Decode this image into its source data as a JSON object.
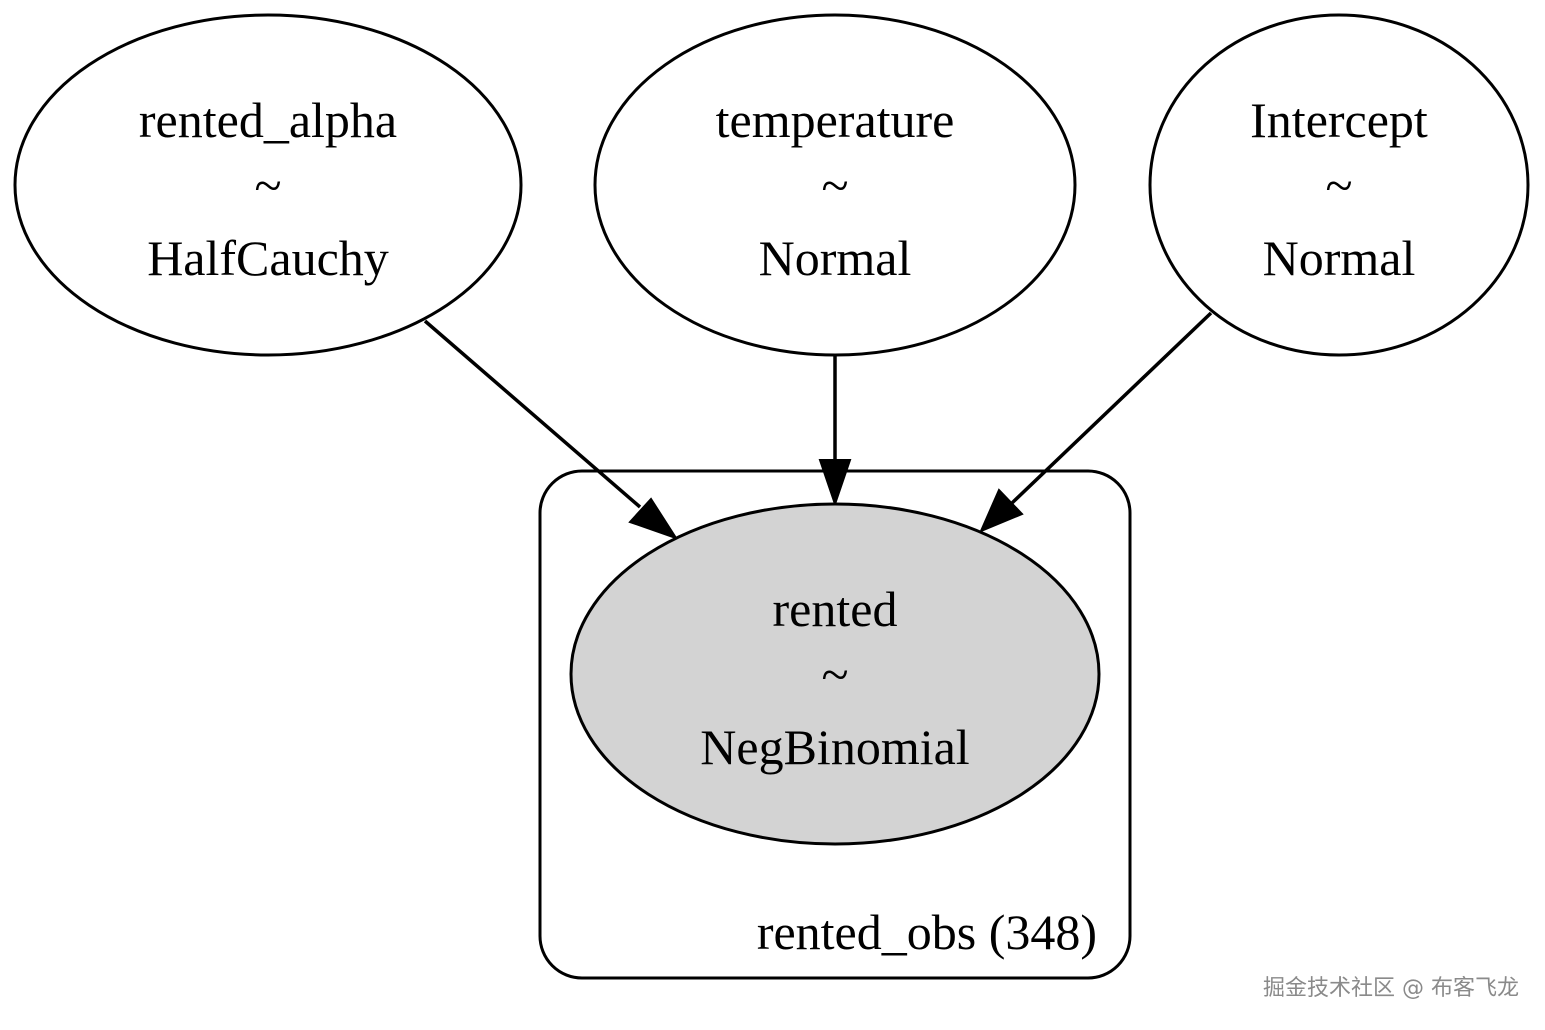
{
  "colors": {
    "stroke": "#000000",
    "background": "#ffffff",
    "observed_fill": "#d3d3d3",
    "watermark_text": "#8a8a8a"
  },
  "nodes": {
    "rented_alpha": {
      "name": "rented_alpha",
      "tilde": "~",
      "distribution": "HalfCauchy",
      "observed": false
    },
    "temperature": {
      "name": "temperature",
      "tilde": "~",
      "distribution": "Normal",
      "observed": false
    },
    "intercept": {
      "name": "Intercept",
      "tilde": "~",
      "distribution": "Normal",
      "observed": false
    },
    "rented": {
      "name": "rented",
      "tilde": "~",
      "distribution": "NegBinomial",
      "observed": true
    }
  },
  "plate": {
    "label": "rented_obs (348)"
  },
  "edges": [
    {
      "from": "rented_alpha",
      "to": "rented"
    },
    {
      "from": "temperature",
      "to": "rented"
    },
    {
      "from": "intercept",
      "to": "rented"
    }
  ],
  "watermark": "掘金技术社区 @ 布客飞龙"
}
